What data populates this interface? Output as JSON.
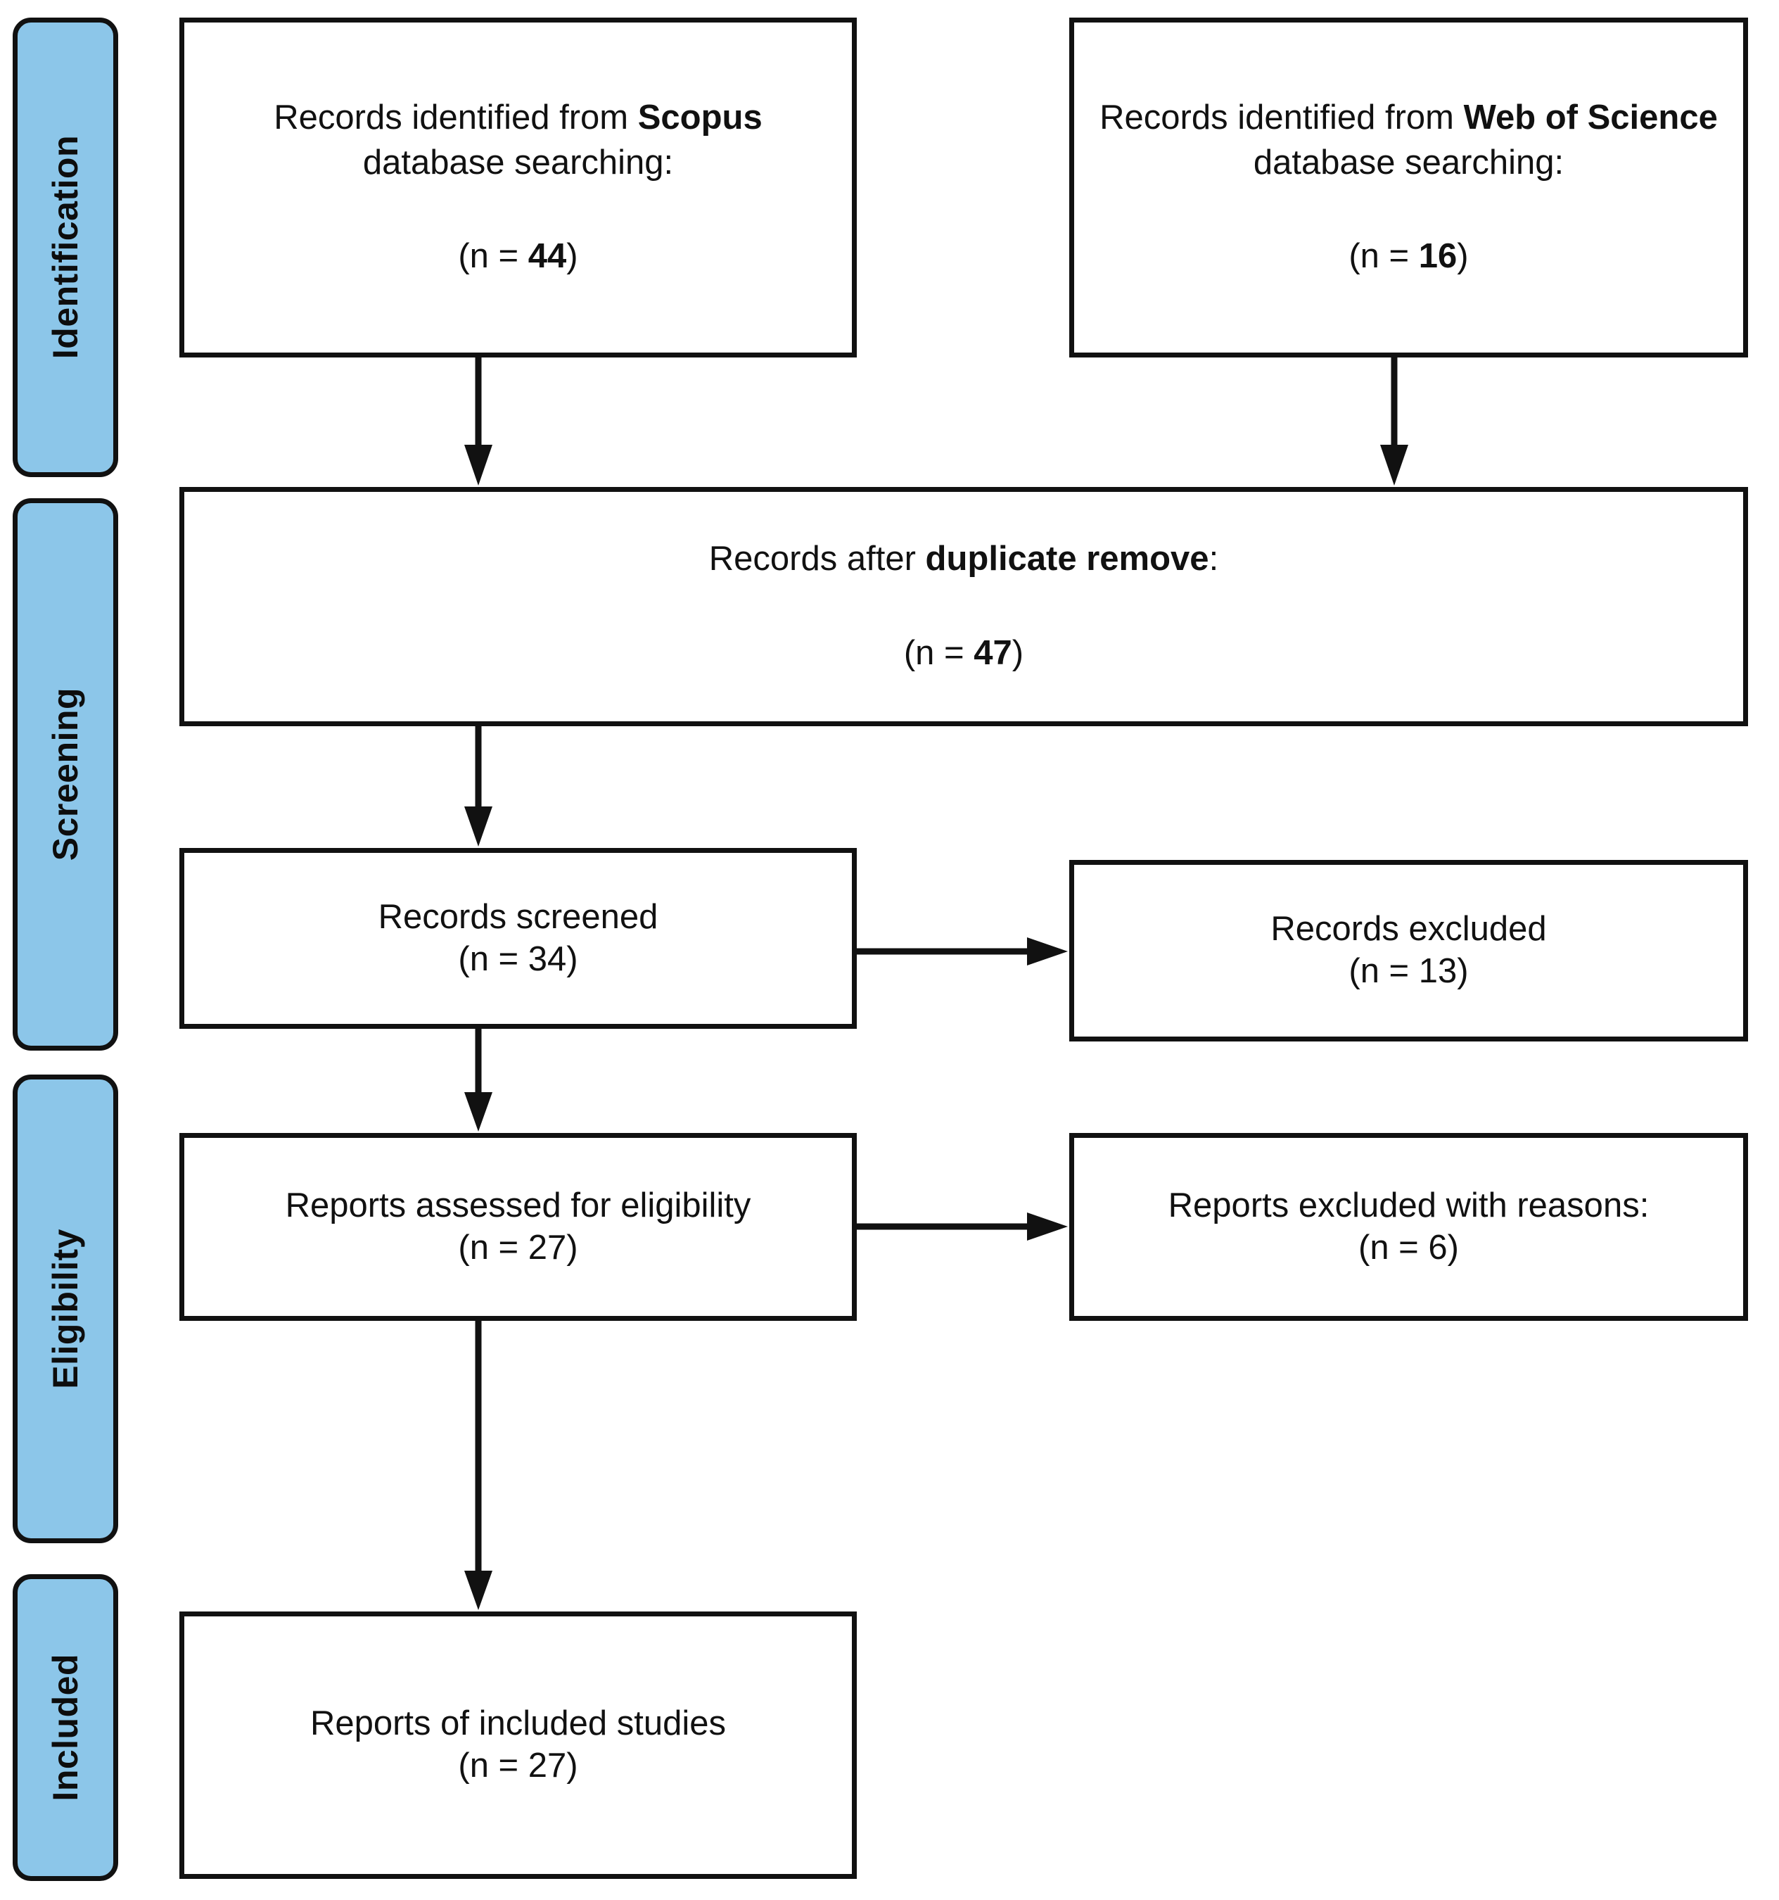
{
  "diagram": {
    "type": "prisma-flow-diagram",
    "title": "PRISMA flow diagram",
    "accent_color": "#8CC6E9",
    "line_color": "#111111",
    "box_fill": "#ffffff"
  },
  "stages": [
    {
      "id": "identification",
      "label": "Identification"
    },
    {
      "id": "screening",
      "label": "Screening"
    },
    {
      "id": "eligibility",
      "label": "Eligibility"
    },
    {
      "id": "included",
      "label": "Included"
    }
  ],
  "boxes": {
    "scopus": {
      "text_before": "Records identified from ",
      "text_bold": "Scopus",
      "text_after": " database searching:",
      "count": "(n = 44)",
      "count_prefix": "(n = ",
      "count_value": "44",
      "count_suffix": ")"
    },
    "wos": {
      "text_before": "Records identified from ",
      "text_bold": "Web of Science",
      "text_after": " database searching:",
      "count": "(n = 16)",
      "count_prefix": "(n = ",
      "count_value": "16",
      "count_suffix": ")"
    },
    "duplicates": {
      "text_before": "Records after ",
      "text_bold": "duplicate remove",
      "text_after": ":",
      "count": "(n = 47)",
      "count_prefix": "(n = ",
      "count_value": "47",
      "count_suffix": ")"
    },
    "screened": {
      "label": "Records screened",
      "count": "(n = 34)"
    },
    "records_excluded": {
      "label": "Records excluded",
      "count": "(n = 13)"
    },
    "eligibility_assessed": {
      "label": "Reports assessed for eligibility",
      "count": "(n = 27)"
    },
    "reports_excluded": {
      "label": "Reports excluded with reasons:",
      "count": "(n = 6)"
    },
    "included_studies": {
      "label": "Reports of included studies",
      "count": "(n = 27)"
    }
  },
  "chart_data": {
    "type": "diagram",
    "title": "PRISMA flow diagram",
    "nodes": [
      {
        "id": "scopus",
        "stage": "Identification",
        "label": "Records identified from Scopus database searching:",
        "n": 44
      },
      {
        "id": "wos",
        "stage": "Identification",
        "label": "Records identified from Web of Science database searching:",
        "n": 16
      },
      {
        "id": "duplicates",
        "stage": "Screening",
        "label": "Records after duplicate remove:",
        "n": 47
      },
      {
        "id": "screened",
        "stage": "Screening",
        "label": "Records screened",
        "n": 34
      },
      {
        "id": "records_excluded",
        "stage": "Screening",
        "label": "Records excluded",
        "n": 13
      },
      {
        "id": "eligibility_assessed",
        "stage": "Eligibility",
        "label": "Reports assessed for eligibility",
        "n": 27
      },
      {
        "id": "reports_excluded",
        "stage": "Eligibility",
        "label": "Reports excluded with reasons:",
        "n": 6
      },
      {
        "id": "included_studies",
        "stage": "Included",
        "label": "Reports of included studies",
        "n": 27
      }
    ],
    "edges": [
      {
        "from": "scopus",
        "to": "duplicates",
        "direction": "down"
      },
      {
        "from": "wos",
        "to": "duplicates",
        "direction": "down"
      },
      {
        "from": "duplicates",
        "to": "screened",
        "direction": "down"
      },
      {
        "from": "screened",
        "to": "records_excluded",
        "direction": "right"
      },
      {
        "from": "screened",
        "to": "eligibility_assessed",
        "direction": "down"
      },
      {
        "from": "eligibility_assessed",
        "to": "reports_excluded",
        "direction": "right"
      },
      {
        "from": "eligibility_assessed",
        "to": "included_studies",
        "direction": "down"
      }
    ]
  }
}
